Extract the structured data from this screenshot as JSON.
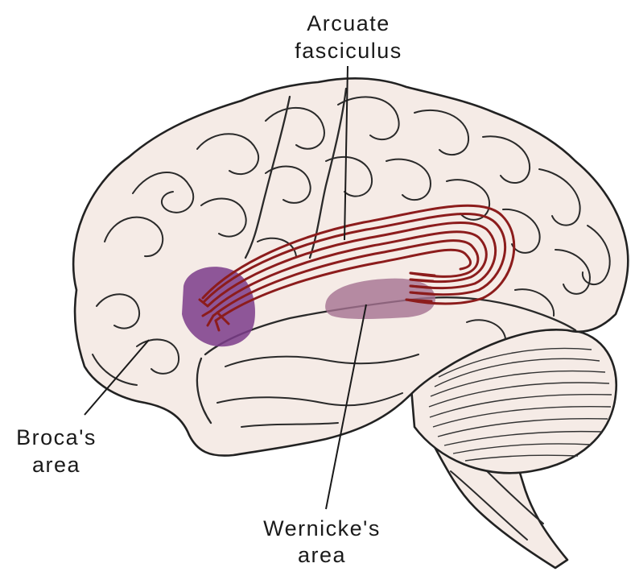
{
  "labels": {
    "arcuate_line1": "Arcuate",
    "arcuate_line2": "fasciculus",
    "broca_line1": "Broca's",
    "broca_line2": "area",
    "wernicke_line1": "Wernicke's",
    "wernicke_line2": "area"
  },
  "colors": {
    "brain_fill": "#f5ebe6",
    "broca_fill": "#7b3c8a",
    "wernicke_fill": "#a57291",
    "fasciculus": "#8c1c1c"
  }
}
